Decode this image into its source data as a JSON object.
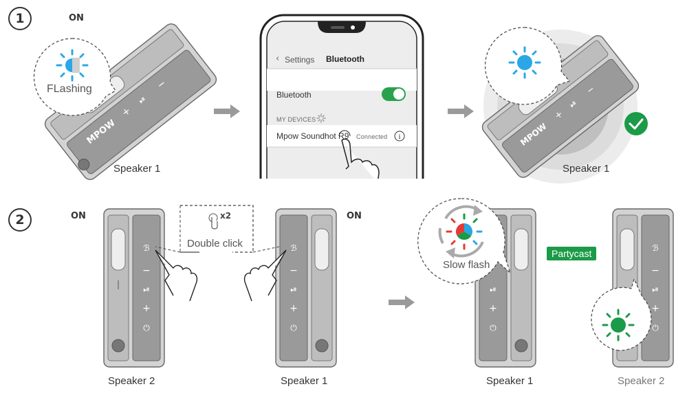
{
  "step1": {
    "number": "1",
    "on_label": "ON",
    "bubble_label": "FLashing",
    "speaker_caption": "Speaker 1",
    "phone": {
      "back_label": "Settings",
      "title": "Bluetooth",
      "toggle_label": "Bluetooth",
      "section_header": "MY DEVICES",
      "device_name": "Mpow Soundhot R9",
      "device_status": "Connected"
    },
    "result_caption": "Speaker 1"
  },
  "step2": {
    "number": "2",
    "left_on_label": "ON",
    "right_on_label": "ON",
    "double_click_count": "x2",
    "double_click_label": "Double click",
    "caption_speaker2": "Speaker 2",
    "caption_speaker1": "Speaker 1",
    "slow_flash_label": "Slow flash",
    "partycast_label": "Partycast",
    "result_caption_speaker1": "Speaker 1",
    "result_caption_speaker2": "Speaker 2"
  },
  "colors": {
    "light_blue": "#2aa7e6",
    "green": "#1b9a48",
    "toggle_green": "#2aa24d",
    "arrow_grey": "#9a9a9a",
    "speaker_body": "#c9c9c9",
    "speaker_dark": "#8c8c8c"
  },
  "icons": [
    "light-icon",
    "chevron-left-icon",
    "info-icon",
    "spinner-icon",
    "finger-tap-icon",
    "hand-icon",
    "check-icon",
    "arrow-right-icon",
    "cycle-arrows-icon"
  ]
}
